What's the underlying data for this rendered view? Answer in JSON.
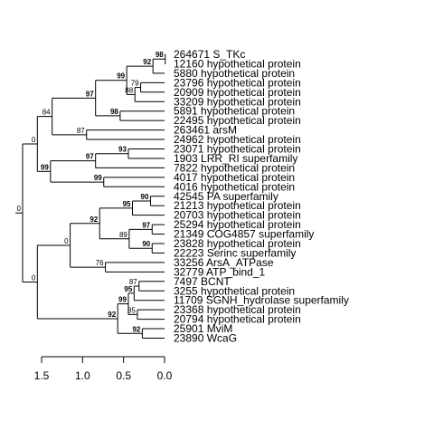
{
  "tips": [
    "264671 S_TKc",
    "12160 hypothetical protein",
    "5880 hypothetical protein",
    "23796 hypothetical protein",
    "20909 hypothetical protein",
    "33209 hypothetical protein",
    "5891 hypothetical protein",
    "22495 hypothetical protein",
    "263461 arsM",
    "24962 hypothetical protein",
    "23071 hypothetical protein",
    "1903 LRR_RI superfamily",
    "7822 hypothetical protein",
    "4017 hypothetical protein",
    "4016 hypothetical protein",
    "42545 PA superfamily",
    "21213 hypothetical protein",
    "20703 hypothetical protein",
    "25294 hypothetical protein",
    "21349 COG4857 superfamily",
    "23828 hypothetical protein",
    "22223 Serinc superfamily",
    "33256 ArsA_ATPase",
    "32779 ATP_bind_1",
    "7497 BCNT",
    "3255 hypothetical protein",
    "11709 SGNH_hydrolase superfamily",
    "23368 hypothetical protein",
    "20794 hypothetical protein",
    "25901 MviM",
    "23890 WcaG"
  ],
  "axis": {
    "ticks": [
      1.5,
      1.0,
      0.5,
      0.0
    ],
    "tick_labels": [
      "1.5",
      "1.0",
      "0.5",
      "0.0"
    ]
  },
  "tree": {
    "d": 0,
    "s": "0",
    "b": false,
    "c": [
      {
        "d": 0.18,
        "s": "84",
        "b": false,
        "c": [
          {
            "d": 0.53,
            "s": "97",
            "b": true,
            "c": [
              {
                "d": 0.38,
                "s": "99",
                "b": true,
                "c": [
                  {
                    "d": 0.32,
                    "s": "92",
                    "b": true,
                    "c": [
                      {
                        "d": 0.15,
                        "s": "98",
                        "b": true,
                        "c": [
                          {
                            "t": 0
                          },
                          {
                            "t": 1
                          }
                        ]
                      },
                      {
                        "t": 2
                      }
                    ]
                  },
                  {
                    "d": 0.1,
                    "s": "88",
                    "b": false,
                    "c": [
                      {
                        "d": 0.07,
                        "s": "79",
                        "b": false,
                        "c": [
                          {
                            "t": 3
                          },
                          {
                            "t": 4
                          }
                        ]
                      },
                      {
                        "t": 5
                      }
                    ]
                  }
                ]
              },
              {
                "d": 0.3,
                "s": "98",
                "b": true,
                "c": [
                  {
                    "t": 6
                  },
                  {
                    "t": 7
                  }
                ]
              }
            ]
          },
          {
            "d": 0.42,
            "s": "87",
            "b": false,
            "c": [
              {
                "t": 8
              },
              {
                "t": 9
              }
            ]
          }
        ]
      },
      {
        "d": 0.16,
        "s": "99",
        "b": true,
        "c": [
          {
            "d": 0.55,
            "s": "97",
            "b": true,
            "c": [
              {
                "d": 0.4,
                "s": "93",
                "b": true,
                "c": [
                  {
                    "t": 10
                  },
                  {
                    "t": 11
                  }
                ]
              },
              {
                "t": 12
              }
            ]
          },
          {
            "d": 0.65,
            "s": "99",
            "b": true,
            "c": [
              {
                "t": 13
              },
              {
                "t": 14
              }
            ]
          }
        ]
      }
    ]
  },
  "tree2": {
    "d": 0,
    "s": "0",
    "b": false,
    "c": [
      {
        "d": 0.4,
        "s": "0",
        "b": false,
        "c": [
          {
            "d": 0.36,
            "s": "92",
            "b": true,
            "c": [
              {
                "d": 0.4,
                "s": "95",
                "b": true,
                "c": [
                  {
                    "d": 0.22,
                    "s": "90",
                    "b": true,
                    "c": [
                      {
                        "t": 15
                      },
                      {
                        "t": 16
                      }
                    ]
                  },
                  {
                    "t": 17
                  }
                ]
              },
              {
                "d": 0.36,
                "s": "89",
                "b": false,
                "c": [
                  {
                    "d": 0.28,
                    "s": "97",
                    "b": true,
                    "c": [
                      {
                        "t": 18
                      },
                      {
                        "t": 19
                      }
                    ]
                  },
                  {
                    "d": 0.28,
                    "s": "90",
                    "b": true,
                    "c": [
                      {
                        "t": 20
                      },
                      {
                        "t": 21
                      }
                    ]
                  }
                ]
              }
            ]
          },
          {
            "d": 0.43,
            "s": "76",
            "b": false,
            "c": [
              {
                "t": 22
              },
              {
                "t": 23
              }
            ]
          }
        ]
      },
      {
        "d": 0.98,
        "s": "92",
        "b": true,
        "c": [
          {
            "d": 0.13,
            "s": "99",
            "b": true,
            "c": [
              {
                "d": 0.07,
                "s": "95",
                "b": true,
                "c": [
                  {
                    "d": 0.06,
                    "s": "87",
                    "b": false,
                    "c": [
                      {
                        "t": 24
                      },
                      {
                        "t": 25
                      }
                    ]
                  },
                  {
                    "t": 26
                  }
                ]
              },
              {
                "d": 0.11,
                "s": "85",
                "b": false,
                "c": [
                  {
                    "t": 27
                  },
                  {
                    "t": 28
                  }
                ]
              }
            ]
          },
          {
            "d": 0.3,
            "s": "92",
            "b": true,
            "c": [
              {
                "t": 29
              },
              {
                "t": 30
              }
            ]
          }
        ]
      }
    ]
  },
  "root_support": "0"
}
